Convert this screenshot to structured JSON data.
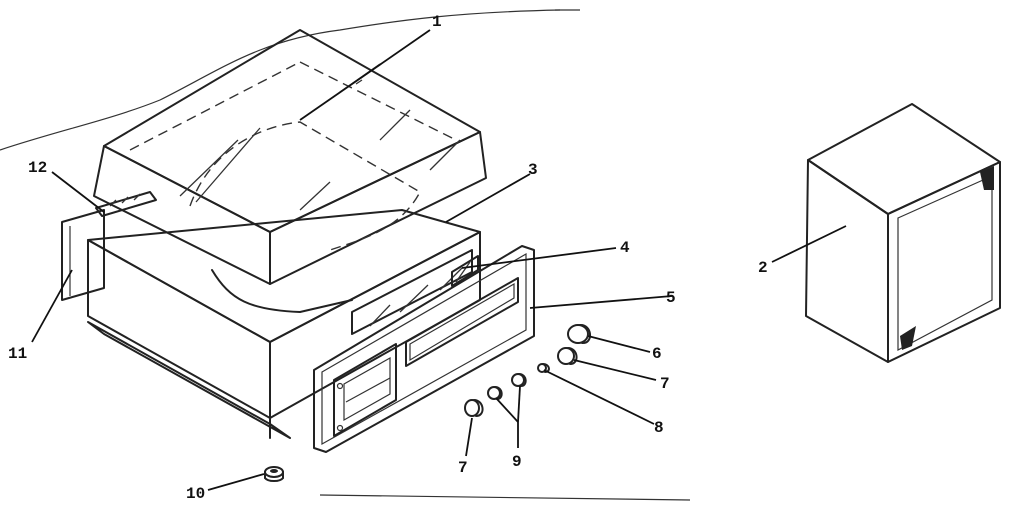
{
  "callouts": {
    "c1": "1",
    "c2": "2",
    "c3": "3",
    "c4": "4",
    "c5": "5",
    "c6": "6",
    "c7a": "7",
    "c7b": "7",
    "c8": "8",
    "c9": "9",
    "c10": "10",
    "c11": "11",
    "c12": "12"
  }
}
